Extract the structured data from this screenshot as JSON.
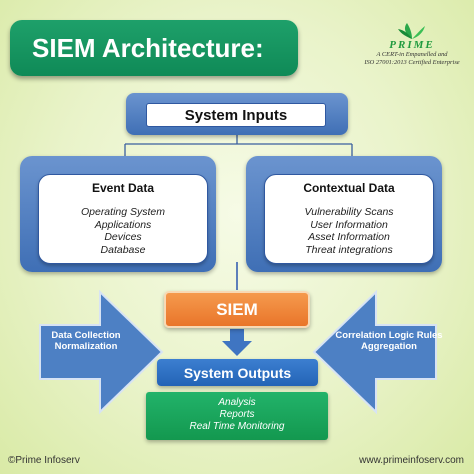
{
  "title": "SIEM Architecture:",
  "logo": {
    "name": "PRIME",
    "line1": "A CERT-in Empanelled and",
    "line2": "ISO 27001:2013 Certified Enterprise",
    "color": "#1f9a3e"
  },
  "inputs": {
    "label": "System Inputs"
  },
  "event_data": {
    "title": "Event Data",
    "items": [
      "Operating System",
      "Applications",
      "Devices",
      "Database"
    ]
  },
  "contextual_data": {
    "title": "Contextual Data",
    "items": [
      "Vulnerability Scans",
      "User Information",
      "Asset Information",
      "Threat integrations"
    ]
  },
  "siem": {
    "label": "SIEM",
    "color": "#e9752a"
  },
  "left_arrow": {
    "line1": "Data Collection",
    "line2": "Normalization"
  },
  "right_arrow": {
    "line1": "Correlation Logic Rules",
    "line2": "Aggregation"
  },
  "outputs": {
    "label": "System Outputs",
    "items": [
      "Analysis",
      "Reports",
      "Real Time Monitoring"
    ]
  },
  "footer": {
    "left": "©Prime Infoserv",
    "right": "www.primeinfoserv.com"
  },
  "colors": {
    "banner": "#0f8a57",
    "blue": "#3f6fb5",
    "arrow": "#4d80c4",
    "output_green": "#13984f"
  }
}
